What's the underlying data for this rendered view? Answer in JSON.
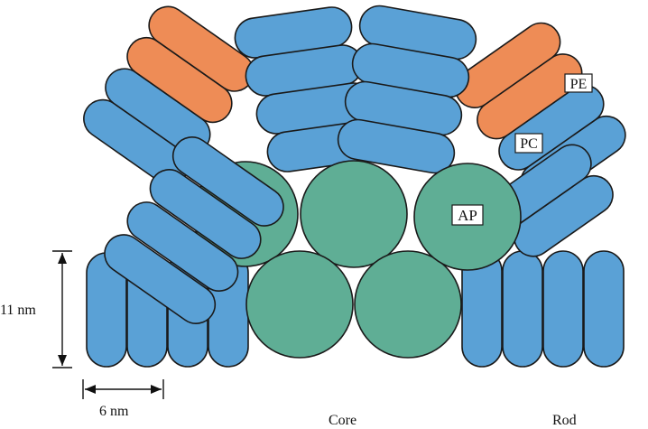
{
  "labels": {
    "pe": "PE",
    "pc": "PC",
    "ap": "AP",
    "height": "11 nm",
    "width": "6 nm",
    "core": "Core",
    "rod": "Rod"
  },
  "colors": {
    "phycocyanin": "#5aa1d6",
    "phycoerythrin": "#ee8c56",
    "allophycocyanin": "#5fae95"
  }
}
